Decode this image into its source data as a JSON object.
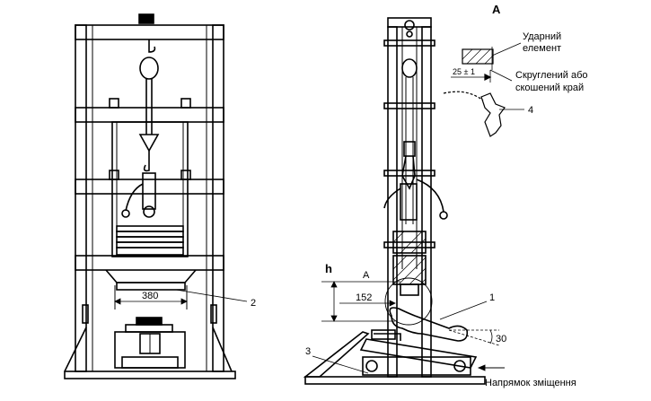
{
  "left_view": {
    "dim_380": "380",
    "callout_2": "2"
  },
  "right_view": {
    "h_label": "h",
    "a_label": "A",
    "dim_152": "152",
    "callout_1": "1",
    "callout_3": "3",
    "angle_30": "30",
    "direction_text": "Напрямок зміщення"
  },
  "detail": {
    "a_label": "A",
    "impact_element_line1": "Ударний",
    "impact_element_line2": "елемент",
    "dim_25": "25 ± 1",
    "rounded_edge_line1": "Скруглений або",
    "rounded_edge_line2": "скошений край",
    "callout_4": "4"
  }
}
